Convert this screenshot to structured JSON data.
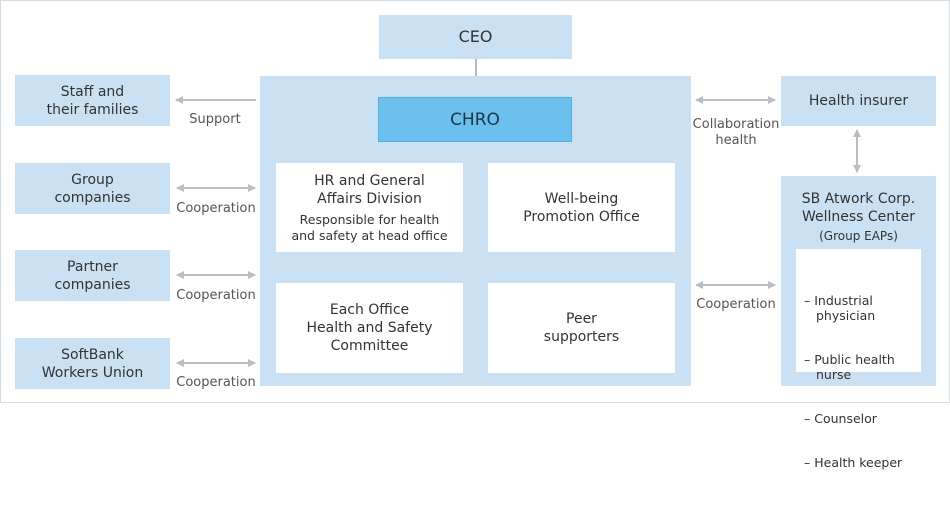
{
  "ceo": "CEO",
  "chro": "CHRO",
  "hr_division": {
    "title": "HR and General\nAffairs Division",
    "subtitle": "Responsible for health\nand safety at head office"
  },
  "wellbeing_office": "Well-being\nPromotion Office",
  "safety_committee": "Each Office\nHealth and Safety\nCommittee",
  "peer_supporters": "Peer\nsupporters",
  "left": {
    "staff": "Staff and\ntheir families",
    "group": "Group\ncompanies",
    "partner": "Partner\ncompanies",
    "union": "SoftBank\nWorkers Union"
  },
  "left_labels": {
    "support": "Support",
    "cooperation_1": "Cooperation",
    "cooperation_2": "Cooperation",
    "cooperation_3": "Cooperation"
  },
  "right": {
    "health_insurer": "Health insurer",
    "wellness_title": "SB Atwork Corp.\nWellness Center",
    "wellness_sub": "(Group EAPs)",
    "wellness_items": [
      "– Industrial physician",
      "– Public health nurse",
      "– Counselor",
      "– Health keeper"
    ]
  },
  "right_labels": {
    "collaboration": "Collaboration\nhealth",
    "cooperation": "Cooperation"
  },
  "colors": {
    "light_blue": "#c9e1f2",
    "chro_blue": "#6cc0ee",
    "arrow_gray": "#b8bec4"
  }
}
